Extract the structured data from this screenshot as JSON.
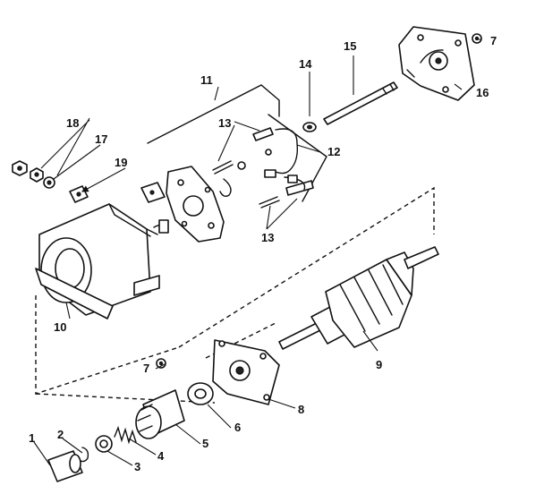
{
  "labels": {
    "p1": "1",
    "p2": "2",
    "p3": "3",
    "p4": "4",
    "p5": "5",
    "p6": "6",
    "p7a": "7",
    "p7b": "7",
    "p8": "8",
    "p9": "9",
    "p10": "10",
    "p11": "11",
    "p12": "12",
    "p13a": "13",
    "p13b": "13",
    "p14": "14",
    "p15": "15",
    "p16": "16",
    "p17": "17",
    "p18": "18",
    "p19": "19"
  }
}
